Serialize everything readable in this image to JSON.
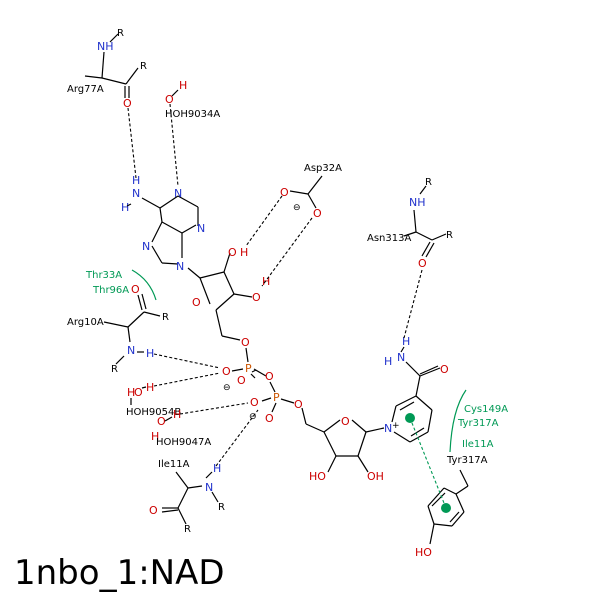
{
  "title": "1nbo_1:NAD",
  "colors": {
    "oxygen": "#cc0000",
    "nitrogen": "#2233cc",
    "phosphorus": "#cc5500",
    "hydrophobic": "#009955",
    "bond": "#000000"
  },
  "residues": {
    "arg77a": "Arg77A",
    "hoh9034a": "HOH9034A",
    "asp32a": "Asp32A",
    "asn313a": "Asn313A",
    "thr33a": "Thr33A",
    "thr96a": "Thr96A",
    "arg10a": "Arg10A",
    "hoh9054b": "HOH9054B",
    "hoh9047a": "HOH9047A",
    "ile11a_backbone": "Ile11A",
    "tyr317a_ring": "Tyr317A",
    "cys149a": "Cys149A",
    "tyr317a_contact": "Tyr317A",
    "ile11a_contact": "Ile11A"
  },
  "atoms": {
    "R": "R",
    "NH": "NH",
    "N": "N",
    "H": "H",
    "O": "O",
    "OH": "OH",
    "HO": "HO",
    "P": "P",
    "plus": "+",
    "minus": "⊖"
  }
}
